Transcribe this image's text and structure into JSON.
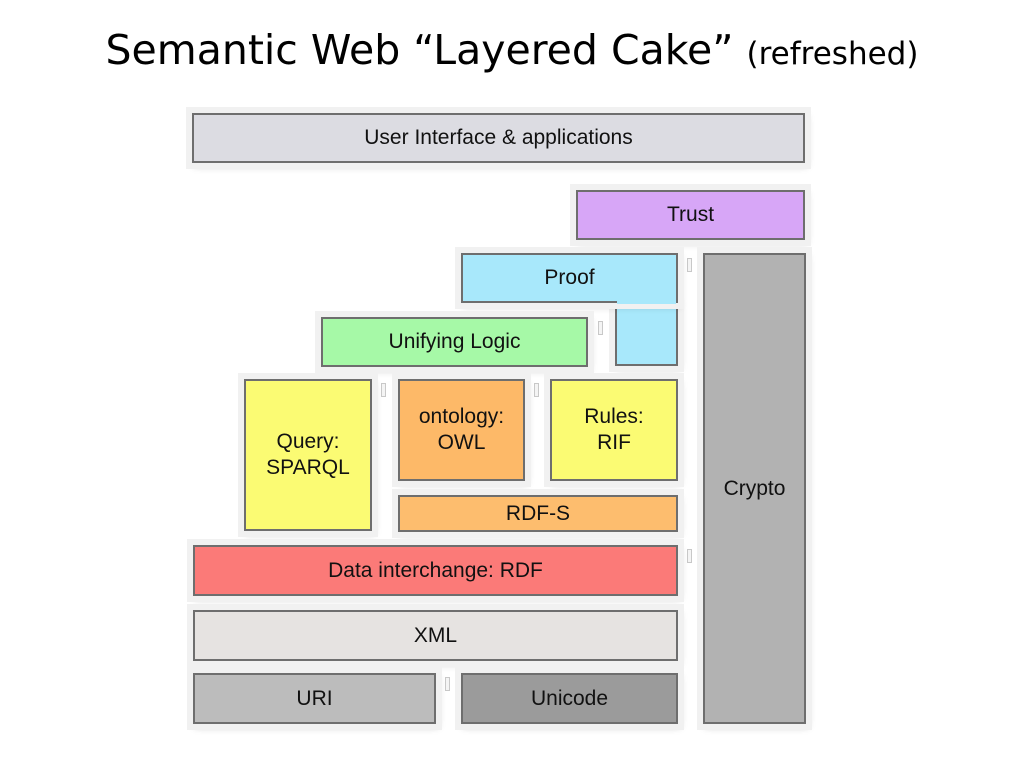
{
  "title": {
    "main": "Semantic Web “Layered Cake”",
    "sub": "(refreshed)"
  },
  "layers": {
    "ui": "User Interface & applications",
    "trust": "Trust",
    "proof": "Proof",
    "unifying_logic": "Unifying Logic",
    "query": [
      "Query:",
      "SPARQL"
    ],
    "ontology": [
      "ontology:",
      "OWL"
    ],
    "rules": [
      "Rules:",
      "RIF"
    ],
    "rdfs": "RDF-S",
    "rdf": "Data interchange: RDF",
    "xml": "XML",
    "uri": "URI",
    "unicode": "Unicode",
    "crypto": "Crypto"
  },
  "colors": {
    "ui": "#dcdce2",
    "trust": "#d7a6f7",
    "proof": "#a8e8fb",
    "unifying_logic": "#a6f9a7",
    "query": "#fbfb73",
    "ontology": "#fdb968",
    "rules": "#fbfb73",
    "rdfs": "#fdbd6e",
    "rdf": "#fb7a78",
    "xml": "#e6e3e1",
    "uri": "#bcbcbc",
    "unicode": "#9b9b9b",
    "crypto": "#b2b2b2"
  }
}
